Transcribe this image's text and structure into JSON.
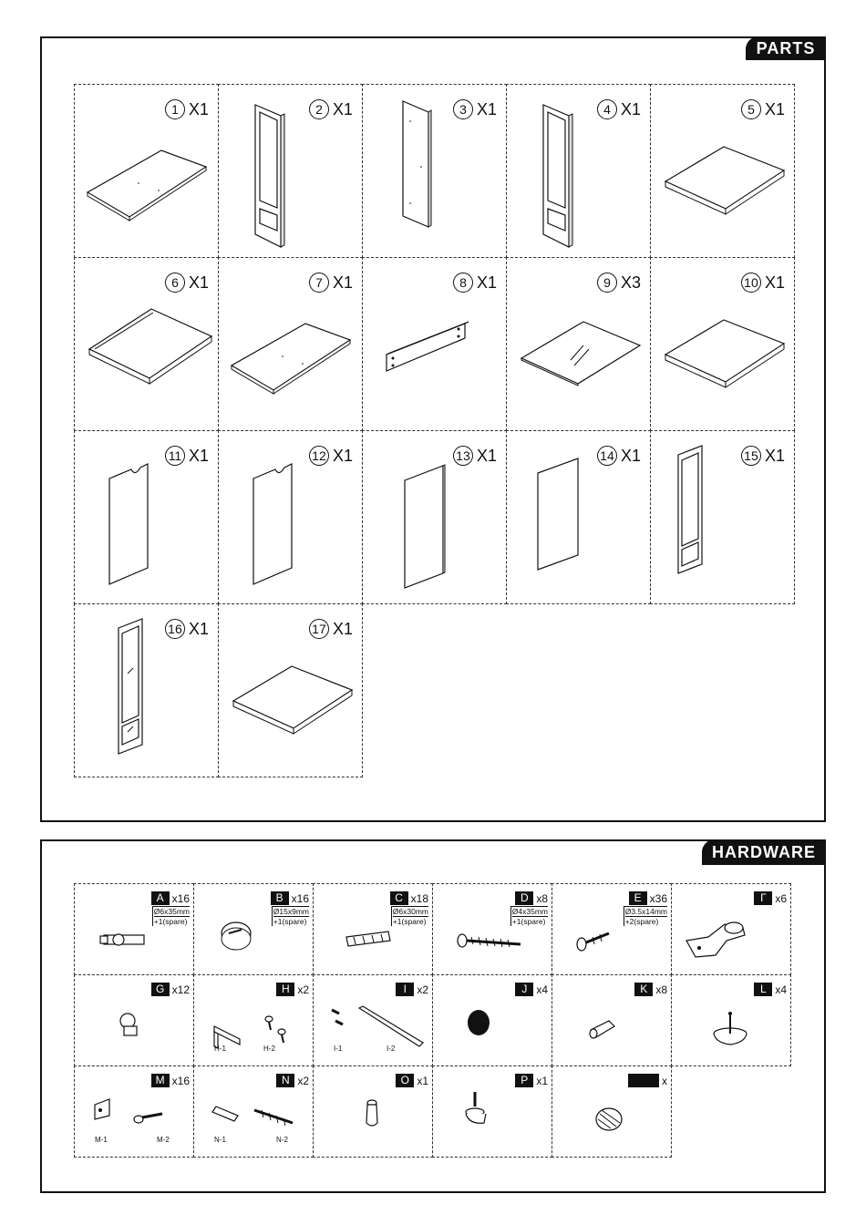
{
  "parts": {
    "title": "PARTS",
    "items": [
      {
        "n": "1",
        "q": "X1",
        "kind": "flat"
      },
      {
        "n": "2",
        "q": "X1",
        "kind": "door"
      },
      {
        "n": "3",
        "q": "X1",
        "kind": "side"
      },
      {
        "n": "4",
        "q": "X1",
        "kind": "door"
      },
      {
        "n": "5",
        "q": "X1",
        "kind": "shelf"
      },
      {
        "n": "6",
        "q": "X1",
        "kind": "shelf-groove"
      },
      {
        "n": "7",
        "q": "X1",
        "kind": "flat"
      },
      {
        "n": "8",
        "q": "X1",
        "kind": "rail"
      },
      {
        "n": "9",
        "q": "X3",
        "kind": "glass"
      },
      {
        "n": "10",
        "q": "X1",
        "kind": "shelf"
      },
      {
        "n": "11",
        "q": "X1",
        "kind": "back-notch"
      },
      {
        "n": "12",
        "q": "X1",
        "kind": "back-notch"
      },
      {
        "n": "13",
        "q": "X1",
        "kind": "back"
      },
      {
        "n": "14",
        "q": "X1",
        "kind": "back-thin"
      },
      {
        "n": "15",
        "q": "X1",
        "kind": "door-small"
      },
      {
        "n": "16",
        "q": "X1",
        "kind": "door-glass"
      },
      {
        "n": "17",
        "q": "X1",
        "kind": "shelf"
      }
    ]
  },
  "hardware": {
    "title": "HARDWARE",
    "items": [
      {
        "id": "A",
        "q": "x16",
        "spec1": "Ø6x35mm",
        "spec2": "+1(spare)",
        "kind": "dowel"
      },
      {
        "id": "B",
        "q": "x16",
        "spec1": "Ø15x9mm",
        "spec2": "+1(spare)",
        "kind": "cam"
      },
      {
        "id": "C",
        "q": "x18",
        "spec1": "Ø6x30mm",
        "spec2": "+1(spare)",
        "kind": "woodpin"
      },
      {
        "id": "D",
        "q": "x8",
        "spec1": "Ø4x35mm",
        "spec2": "+1(spare)",
        "kind": "screw-long"
      },
      {
        "id": "E",
        "q": "x36",
        "spec1": "Ø3.5x14mm",
        "spec2": "+2(spare)",
        "kind": "screw-short"
      },
      {
        "id": "Г",
        "q": "x6",
        "spec1": "",
        "spec2": "",
        "kind": "hinge"
      },
      {
        "id": "G",
        "q": "x12",
        "spec1": "",
        "spec2": "",
        "kind": "shelf-pin"
      },
      {
        "id": "H",
        "q": "x2",
        "spec1": "",
        "spec2": "",
        "kind": "bracket",
        "s1": "H-1",
        "s2": "H-2"
      },
      {
        "id": "I",
        "q": "x2",
        "spec1": "",
        "spec2": "",
        "kind": "strip",
        "s1": "I-1",
        "s2": "I-2"
      },
      {
        "id": "J",
        "q": "x4",
        "spec1": "",
        "spec2": "",
        "kind": "pad"
      },
      {
        "id": "K",
        "q": "x8",
        "spec1": "",
        "spec2": "",
        "kind": "plug"
      },
      {
        "id": "L",
        "q": "x4",
        "spec1": "",
        "spec2": "",
        "kind": "glide"
      },
      {
        "id": "M",
        "q": "x16",
        "spec1": "",
        "spec2": "",
        "kind": "corner",
        "s1": "M-1",
        "s2": "M-2"
      },
      {
        "id": "N",
        "q": "x2",
        "spec1": "",
        "spec2": "",
        "kind": "anchor",
        "s1": "N-1",
        "s2": "N-2"
      },
      {
        "id": "O",
        "q": "x1",
        "spec1": "",
        "spec2": "",
        "kind": "knob"
      },
      {
        "id": "P",
        "q": "x1",
        "spec1": "",
        "spec2": "",
        "kind": "leveler"
      },
      {
        "id": "",
        "q": "x",
        "spec1": "",
        "spec2": "",
        "kind": "felt"
      }
    ]
  }
}
